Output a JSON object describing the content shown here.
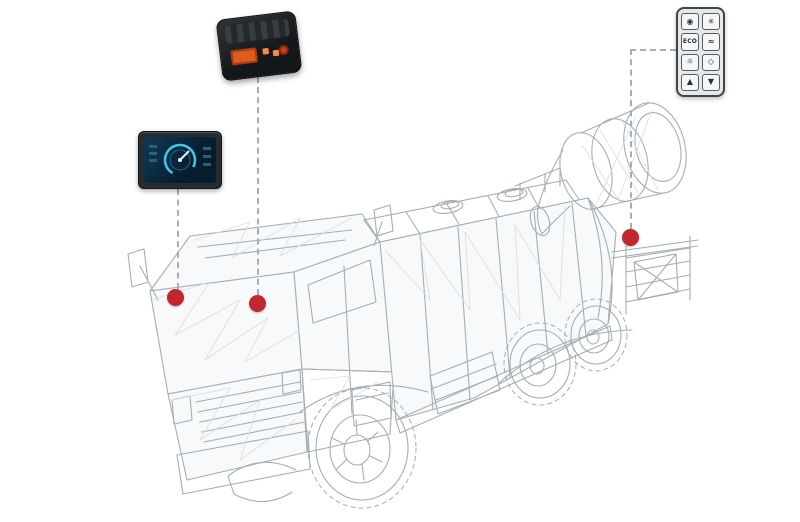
{
  "colors": {
    "accent_red": "#c1272d",
    "wireframe_main": "#a6aeb3",
    "wireframe_light": "#d9dde0",
    "connector_dash": "#a7adb2",
    "screen_teal": "#3fc6ea",
    "connector_orange": "#e05a1e",
    "keypad_bg": "#e6e8ea"
  },
  "devices": {
    "display": {
      "icon": "gauge-display"
    },
    "controller": {
      "icon": "control-unit"
    },
    "keypad": {
      "eco_label": "ECO",
      "buttons": [
        {
          "name": "power-button",
          "glyph": "◉"
        },
        {
          "name": "fan-button",
          "glyph": "✳"
        },
        {
          "name": "eco-button",
          "glyph": "ECO"
        },
        {
          "name": "spray-button",
          "glyph": "≈"
        },
        {
          "name": "light-button",
          "glyph": "☼"
        },
        {
          "name": "mode-button",
          "glyph": "◇"
        },
        {
          "name": "up-button",
          "glyph": "▲"
        },
        {
          "name": "down-button",
          "glyph": "▼"
        }
      ]
    }
  },
  "markers": {
    "color": "#c1272d",
    "count": 3
  }
}
